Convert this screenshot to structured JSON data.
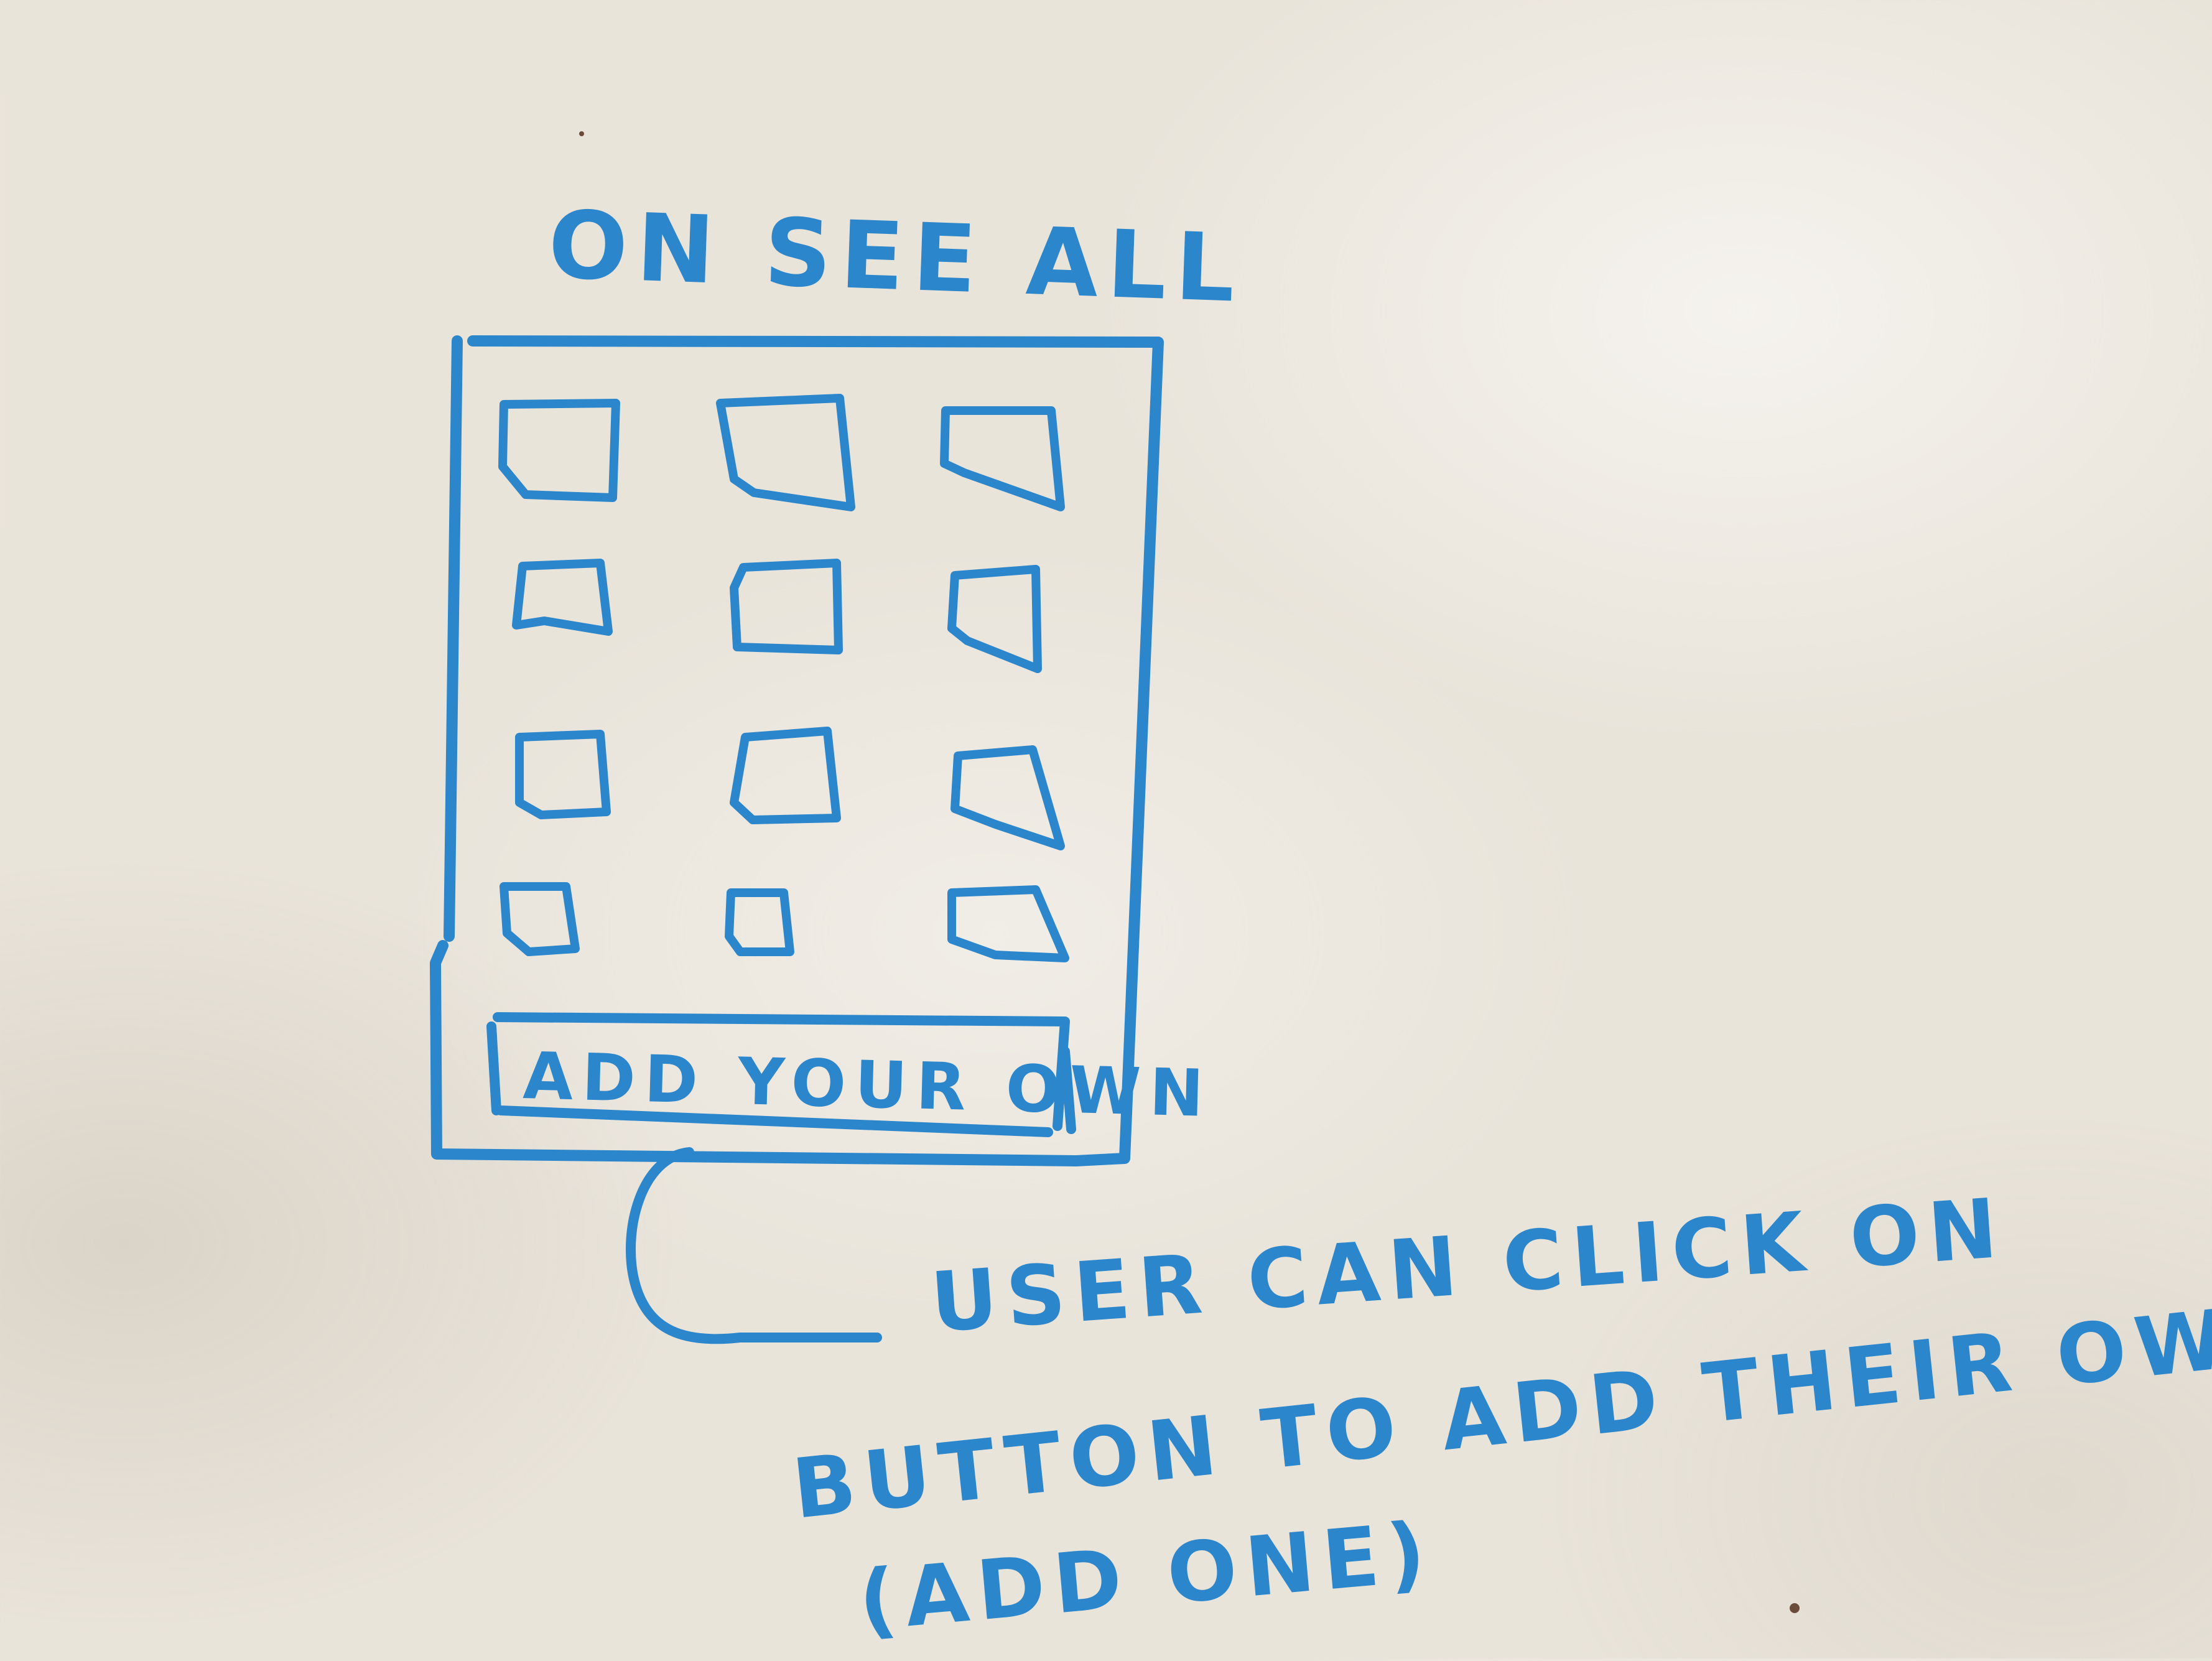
{
  "sketch": {
    "title": "ON SEE ALL",
    "button_label": "ADD YOUR OWN",
    "note_lines": [
      "USER CAN CLICK ON",
      "BUTTON TO ADD THEIR OWN,",
      "(ADD ONE)"
    ],
    "tile_rows": 4,
    "tile_columns": 3,
    "ink_color": "#2b86cc"
  }
}
